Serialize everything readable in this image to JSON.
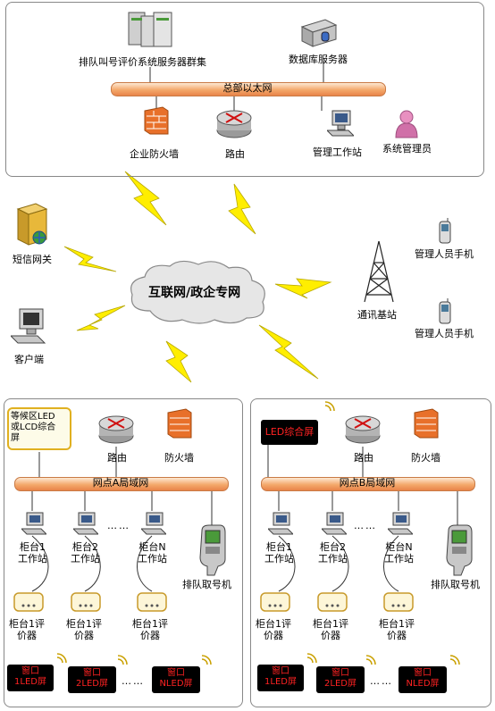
{
  "hq": {
    "server_cluster": "排队叫号评价系统服务器群集",
    "db_server": "数据库服务器",
    "bus_label": "总部以太网",
    "firewall": "企业防火墙",
    "router": "路由",
    "workstation": "管理工作站",
    "admin": "系统管理员"
  },
  "center": {
    "cloud": "互联网/政企专网",
    "sms_gateway": "短信网关",
    "client": "客户端",
    "base_station": "通讯基站",
    "phone_1": "管理人员手机",
    "phone_2": "管理人员手机"
  },
  "branch_a": {
    "screen_line1": "等候区LED",
    "screen_line2": "或LCD综合",
    "screen_line3": "屏",
    "router": "路由",
    "firewall": "防火墙",
    "bus_label": "网点A局域网",
    "ws1_line1": "柜台1",
    "ws1_line2": "工作站",
    "ws2_line1": "柜台2",
    "ws2_line2": "工作站",
    "wsn_line1": "柜台N",
    "wsn_line2": "工作站",
    "ticket": "排队取号机",
    "ev1_line1": "柜台1评",
    "ev1_line2": "价器",
    "ev2_line1": "柜台1评",
    "ev2_line2": "价器",
    "ev3_line1": "柜台1评",
    "ev3_line2": "价器",
    "led1_line1": "窗口",
    "led1_line2": "1LED屏",
    "led2_line1": "窗口",
    "led2_line2": "2LED屏",
    "led3_line1": "窗口",
    "led3_line2": "NLED屏",
    "ellipsis": "……",
    "ellipsis2": "……"
  },
  "branch_b": {
    "screen": "LED综合屏",
    "router": "路由",
    "firewall": "防火墙",
    "bus_label": "网点B局域网",
    "ws1_line1": "柜台1",
    "ws1_line2": "工作站",
    "ws2_line1": "柜台2",
    "ws2_line2": "工作站",
    "wsn_line1": "柜台N",
    "wsn_line2": "工作站",
    "ticket": "排队取号机",
    "ev1_line1": "柜台1评",
    "ev1_line2": "价器",
    "ev2_line1": "柜台1评",
    "ev2_line2": "价器",
    "ev3_line1": "柜台1评",
    "ev3_line2": "价器",
    "led1_line1": "窗口",
    "led1_line2": "1LED屏",
    "led2_line1": "窗口",
    "led2_line2": "2LED屏",
    "led3_line1": "窗口",
    "led3_line2": "NLED屏",
    "ellipsis": "……",
    "ellipsis2": "……"
  },
  "colors": {
    "bus": "#f4a86a",
    "lightning": "#ffee00",
    "led_text": "#ff2222",
    "firewall": "#e8702a"
  }
}
